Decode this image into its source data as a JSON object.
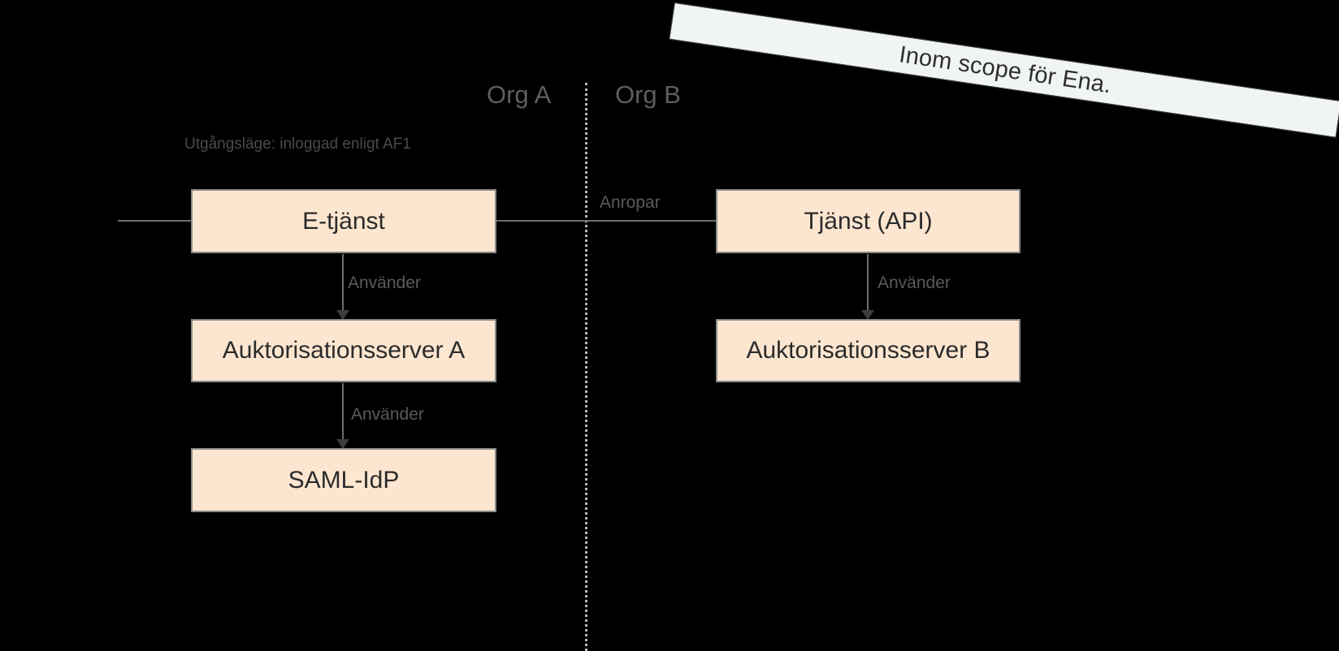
{
  "diagram": {
    "background_color": "#000000",
    "node_fill": "#FCE6D0",
    "node_border": "#8A8A8A",
    "banner_fill": "#F0F4F2",
    "banner": {
      "text": "Inom scope för Ena.",
      "rotation_degrees": 8.4
    },
    "swimlanes": [
      {
        "id": "org-a",
        "label": "Org A"
      },
      {
        "id": "org-b",
        "label": "Org B"
      }
    ],
    "divider": {
      "style": "dotted",
      "color": "#B9B9B9"
    },
    "caption": "Utgångsläge: inloggad enligt AF1",
    "nodes": [
      {
        "id": "etjanst",
        "label": "E-tjänst",
        "lane": "org-a"
      },
      {
        "id": "auth-a",
        "label": "Auktorisationsserver A",
        "lane": "org-a"
      },
      {
        "id": "saml-idp",
        "label": "SAML-IdP",
        "lane": "org-a"
      },
      {
        "id": "tjanst-api",
        "label": "Tjänst (API)",
        "lane": "org-b"
      },
      {
        "id": "auth-b",
        "label": "Auktorisationsserver B",
        "lane": "org-b"
      }
    ],
    "edges": [
      {
        "id": "etjanst-auth-a",
        "from": "etjanst",
        "to": "auth-a",
        "label": "Använder"
      },
      {
        "id": "auth-a-saml-idp",
        "from": "auth-a",
        "to": "saml-idp",
        "label": "Använder"
      },
      {
        "id": "tjanst-api-auth-b",
        "from": "tjanst-api",
        "to": "auth-b",
        "label": "Använder"
      },
      {
        "id": "etjanst-tjanst",
        "from": "etjanst",
        "to": "tjanst-api",
        "label": "Anropar"
      }
    ]
  }
}
